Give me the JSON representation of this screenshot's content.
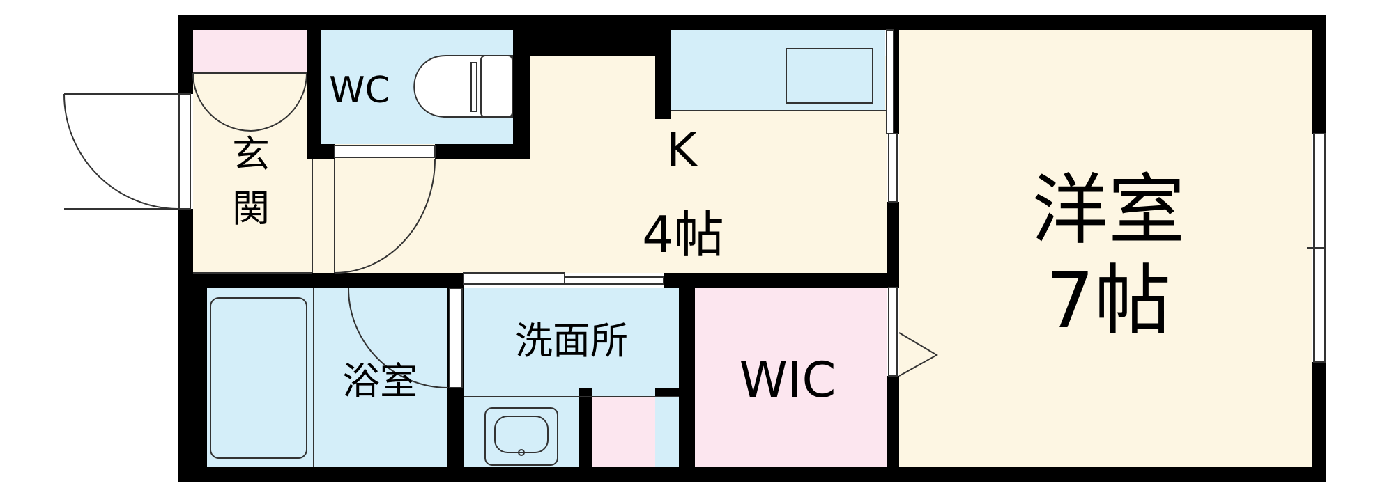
{
  "floorplan": {
    "rooms": {
      "genkan": {
        "label_line1": "玄",
        "label_line2": "関"
      },
      "wc": {
        "label": "WC"
      },
      "kitchen": {
        "label_line1": "K",
        "label_line2": "4帖"
      },
      "youshitsu": {
        "label_line1": "洋室",
        "label_line2": "7帖"
      },
      "bath": {
        "label": "浴室"
      },
      "senmen": {
        "label": "洗面所"
      },
      "wic": {
        "label": "WIC"
      }
    },
    "colors": {
      "wall": "#000000",
      "floor_beige": "#fdf6e3",
      "water_blue": "#d4eef9",
      "storage_pink": "#fce6ef",
      "line": "#333333"
    }
  }
}
